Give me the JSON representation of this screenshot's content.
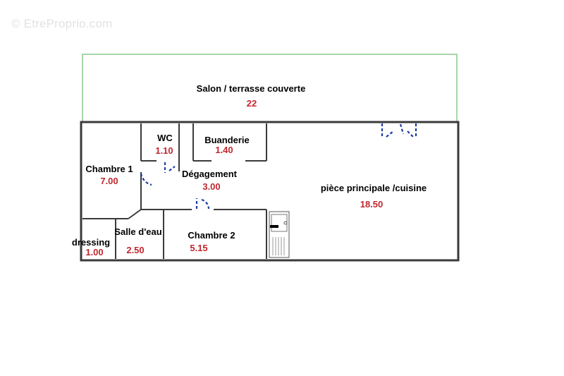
{
  "watermark": "© EtreProprio.com",
  "colors": {
    "wall": "#3a3a3a",
    "terrace_outline": "#4caf50",
    "door": "#1a3aa8",
    "area_text": "#c0272d"
  },
  "rooms": {
    "salon": {
      "name": "Salon / terrasse couverte",
      "area": "22"
    },
    "chambre1": {
      "name": "Chambre 1",
      "area": "7.00"
    },
    "wc": {
      "name": "WC",
      "area": "1.10"
    },
    "buanderie": {
      "name": "Buanderie",
      "area": "1.40"
    },
    "degagement": {
      "name": "Dégagement",
      "area": "3.00"
    },
    "piece_principale": {
      "name": "pièce principale /cuisine",
      "area": "18.50"
    },
    "dressing": {
      "name": "dressing",
      "area": "1.00"
    },
    "salle_eau": {
      "name": "Salle d'eau",
      "area": "2.50"
    },
    "chambre2": {
      "name": "Chambre 2",
      "area": "5.15"
    }
  }
}
